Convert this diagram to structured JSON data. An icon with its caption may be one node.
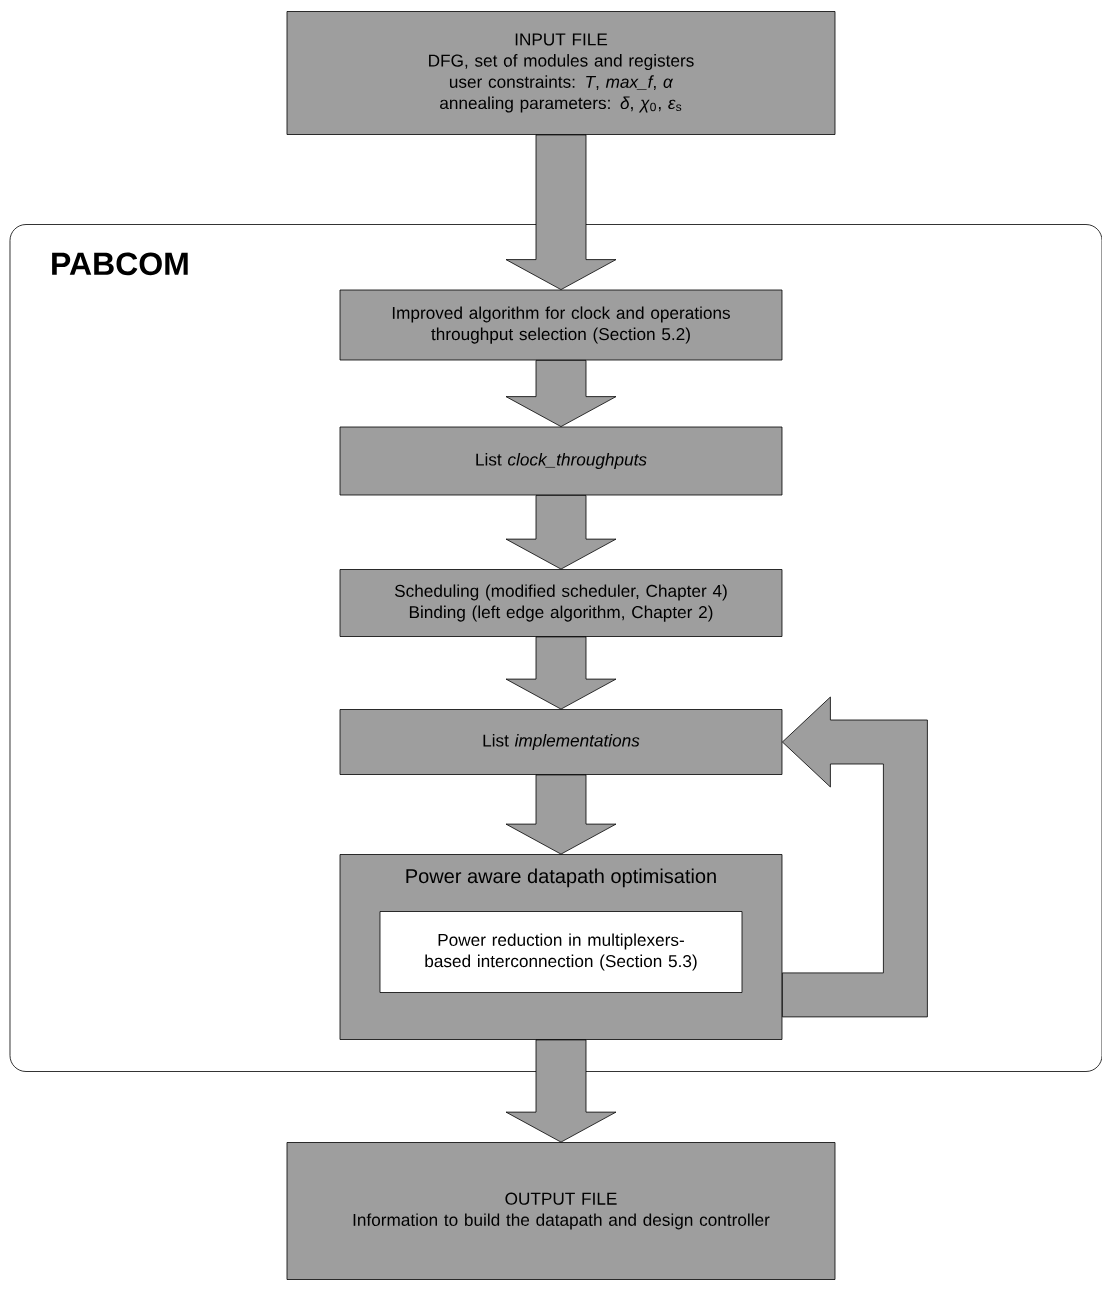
{
  "diagram": {
    "nodes": [
      {
        "text": [
          "INPUT FILE",
          "DFG, set of modules and registers",
          "user constraints: *T*, *max_f*, *α*",
          "annealing parameters: *δ*, *χ*$_{0}$, *ε*$_{s}$"
        ]
      },
      {
        "text": [
          "PABCOM"
        ]
      },
      {
        "text": [
          "Improved algorithm for clock and operations throughput selection (Section 5.2)"
        ],
        "in": 1
      },
      {
        "text": [
          "List *clock_throughputs*"
        ],
        "in": 1
      },
      {
        "text": [
          "Scheduling (modified scheduler, Chapter 4)",
          "Binding (left edge algorithm, Chapter 2)"
        ],
        "in": 1
      },
      {
        "text": [
          "List *implementations*"
        ],
        "in": 1
      },
      {
        "text": [
          "Power aware datapath optimisation"
        ],
        "in": 1
      },
      {
        "text": [
          "Power reduction in multiplexers-based interconnection (Section 5.3)"
        ],
        "in": 6
      },
      {
        "text": [
          "OUTPUT FILE",
          "Information to build the datapath and design controller"
        ]
      }
    ],
    "edges": [
      {
        "from": 0,
        "to": 2,
        "arrow": "to"
      },
      {
        "from": 2,
        "to": 3,
        "arrow": "to"
      },
      {
        "from": 3,
        "to": 4,
        "arrow": "to"
      },
      {
        "from": 4,
        "to": 5,
        "arrow": "to"
      },
      {
        "from": 5,
        "to": 6,
        "arrow": "to"
      },
      {
        "from": 6,
        "to": 5,
        "arrow": "to"
      },
      {
        "from": 6,
        "to": 8,
        "arrow": "to"
      }
    ]
  }
}
